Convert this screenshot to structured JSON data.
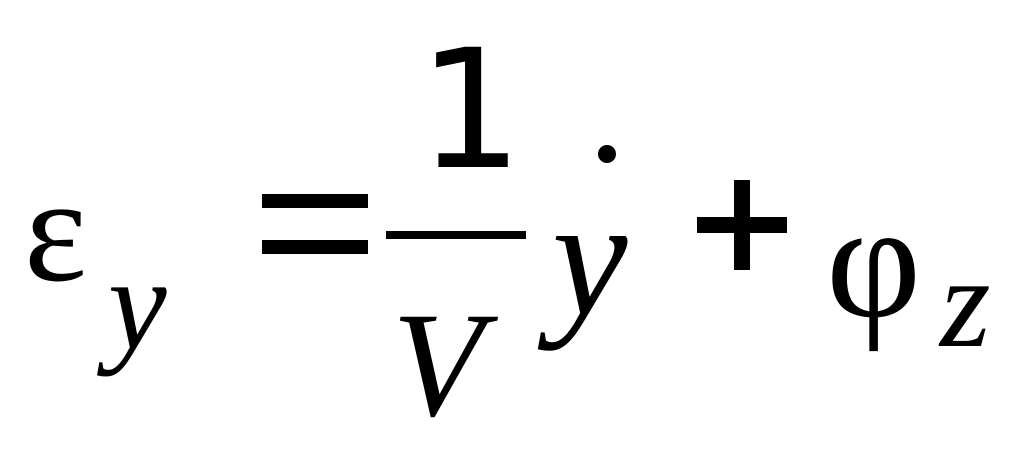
{
  "formula": {
    "lhs_symbol": "ε",
    "lhs_subscript": "y",
    "equals": "=",
    "fraction_numerator": "1",
    "fraction_denominator": "V",
    "derivative_variable": "y",
    "plus": "+",
    "rhs_symbol": "φ",
    "rhs_subscript": "z"
  }
}
